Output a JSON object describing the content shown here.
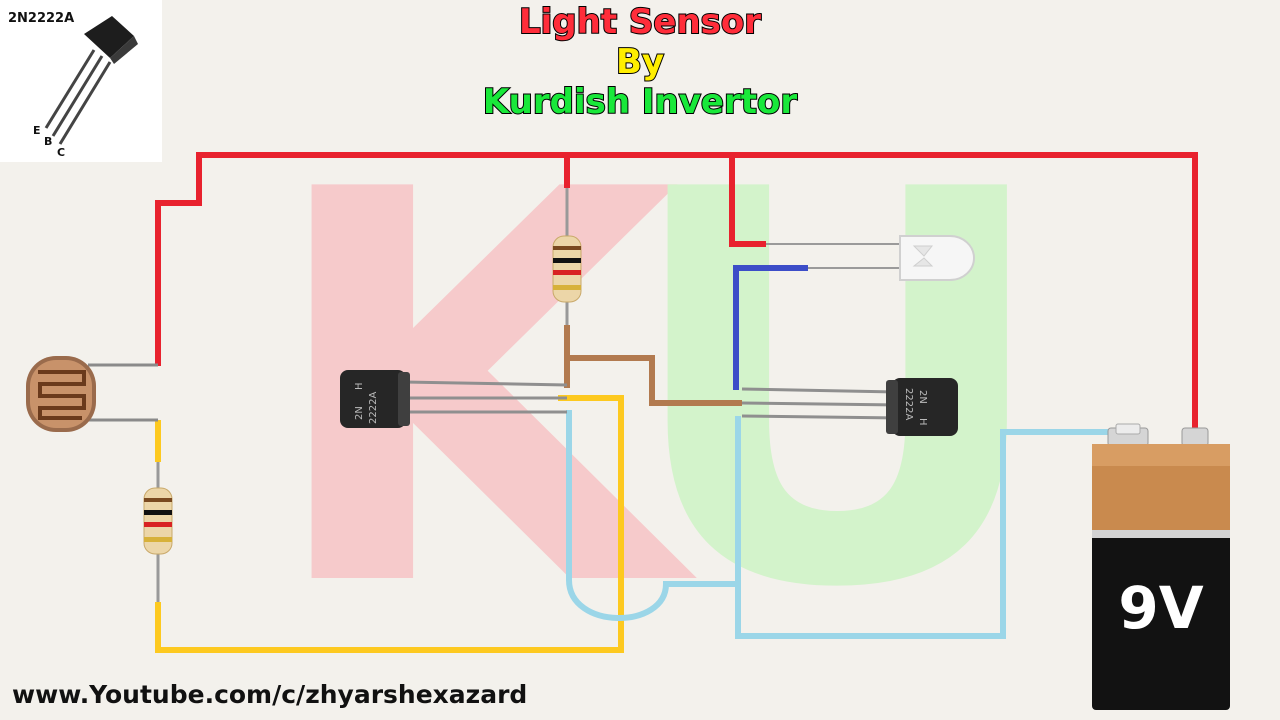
{
  "title": {
    "line1": "Light Sensor",
    "line2": "By",
    "line3": "Kurdish Invertor"
  },
  "inset": {
    "part_number": "2N2222A",
    "pin_e": "E",
    "pin_b": "B",
    "pin_c": "C"
  },
  "transistor_marking": {
    "line1": "2N",
    "line2": "2222A",
    "mark": "H"
  },
  "battery": {
    "label": "9V"
  },
  "watermark": {
    "letter1": "K",
    "letter2": "U"
  },
  "footer": {
    "url": "www.Youtube.com/c/zhyarshexazard"
  },
  "colors": {
    "wire_positive": "#e8222e",
    "wire_ground": "#9bd6e8",
    "wire_ldr": "#fdc91f",
    "wire_base": "#b27a4f",
    "wire_led": "#3c4dc8",
    "watermark_k": "#f6cacb",
    "watermark_u": "#d3f3cb"
  }
}
